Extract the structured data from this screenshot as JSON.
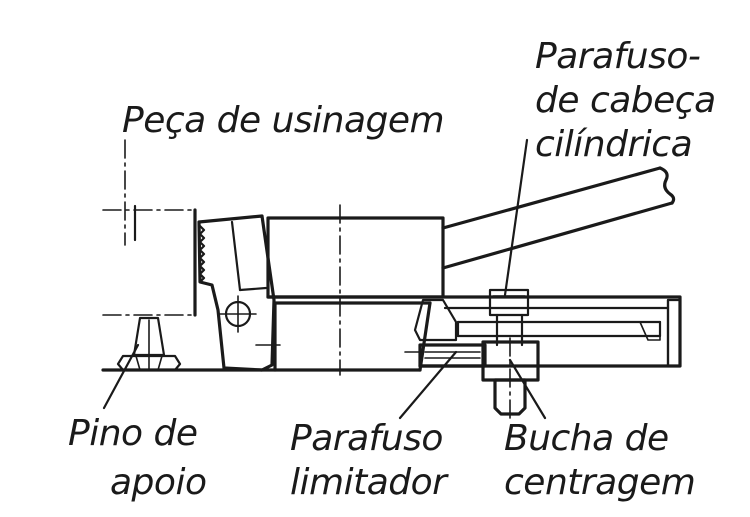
{
  "labels": {
    "workpiece": "Peça de usinagem",
    "screw_line1": "Parafuso-",
    "screw_line2": "de cabeça",
    "screw_line3": "cilíndrica",
    "pin_line1": "Pino de",
    "pin_line2": "apoio",
    "limit_line1": "Parafuso",
    "limit_line2": "limitador",
    "bush_line1": "Bucha de",
    "bush_line2": "centragem"
  }
}
